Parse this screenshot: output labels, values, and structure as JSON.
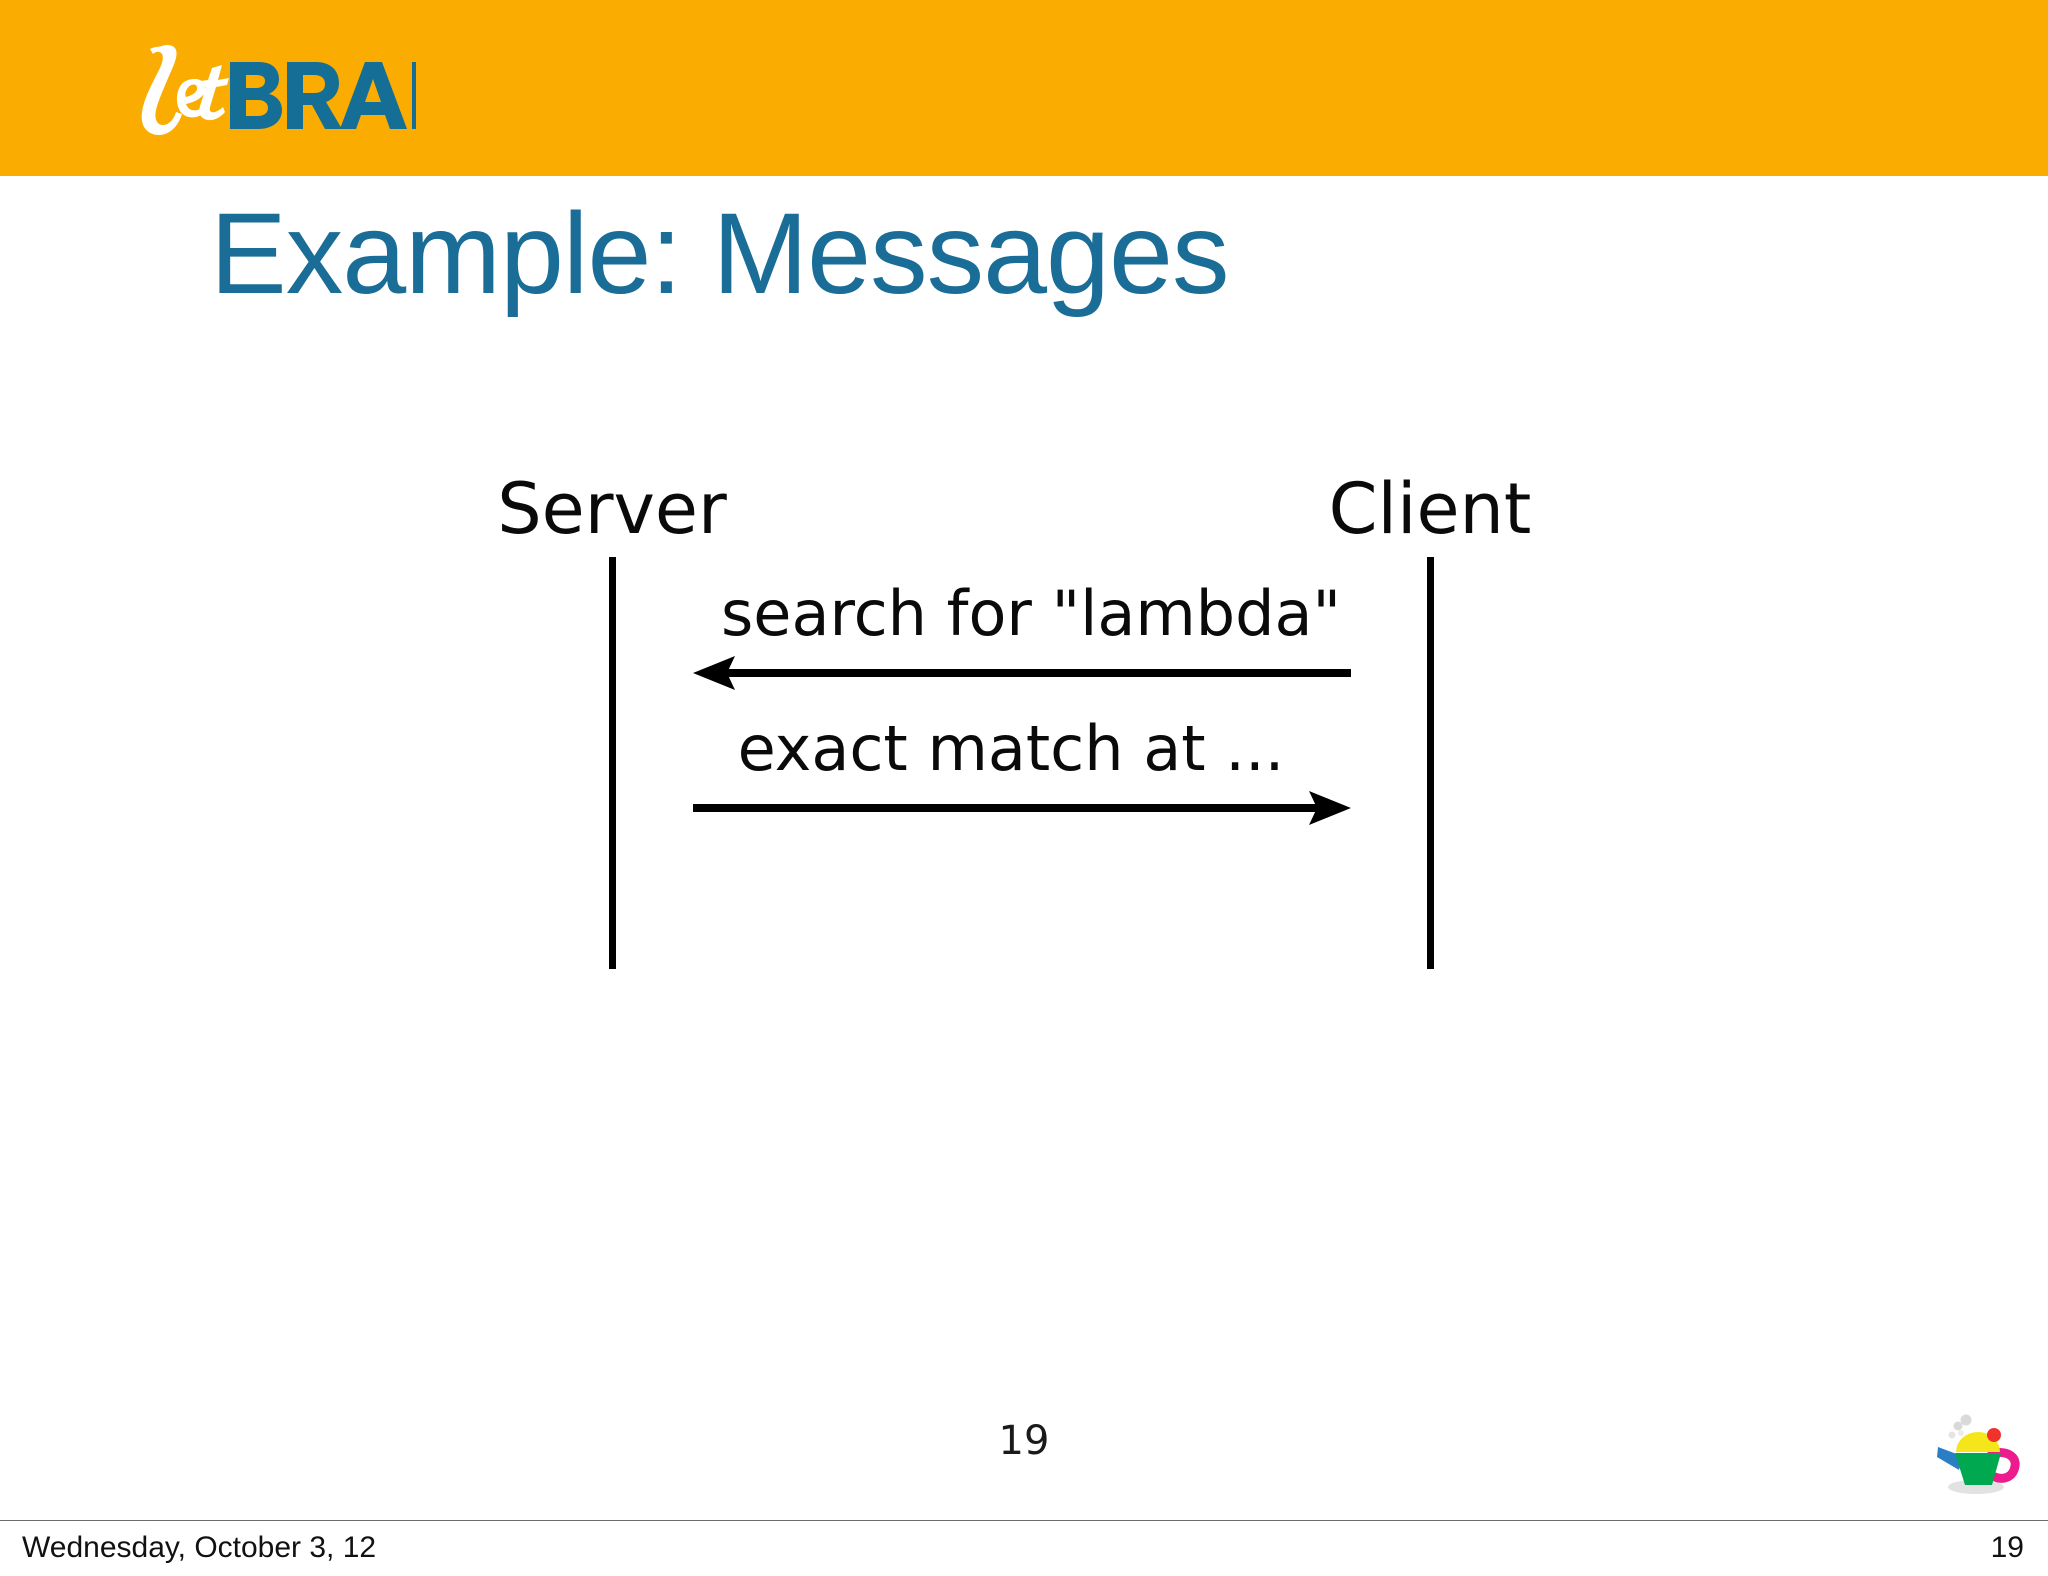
{
  "slide": {
    "title": "Example: Messages",
    "title_color": "#1A6D96",
    "band_color": "#FAAC00",
    "number": "19"
  },
  "logo": {
    "script_text": "Jet",
    "wordmark_text": "BRAINS",
    "script_color": "#FFFFFF",
    "wordmark_color": "#156E96"
  },
  "diagram": {
    "type": "sequence-diagram",
    "actors": [
      {
        "name": "server",
        "label": "Server"
      },
      {
        "name": "client",
        "label": "Client"
      }
    ],
    "messages": [
      {
        "label": "search for \"lambda\"",
        "from": "Client",
        "to": "Server",
        "direction": "left"
      },
      {
        "label": "exact match at ...",
        "from": "Server",
        "to": "Client",
        "direction": "right"
      }
    ]
  },
  "decoration": {
    "teapot_icon": "teapot-icon"
  },
  "footer": {
    "date": "Wednesday, October 3, 12",
    "page_number": "19"
  }
}
